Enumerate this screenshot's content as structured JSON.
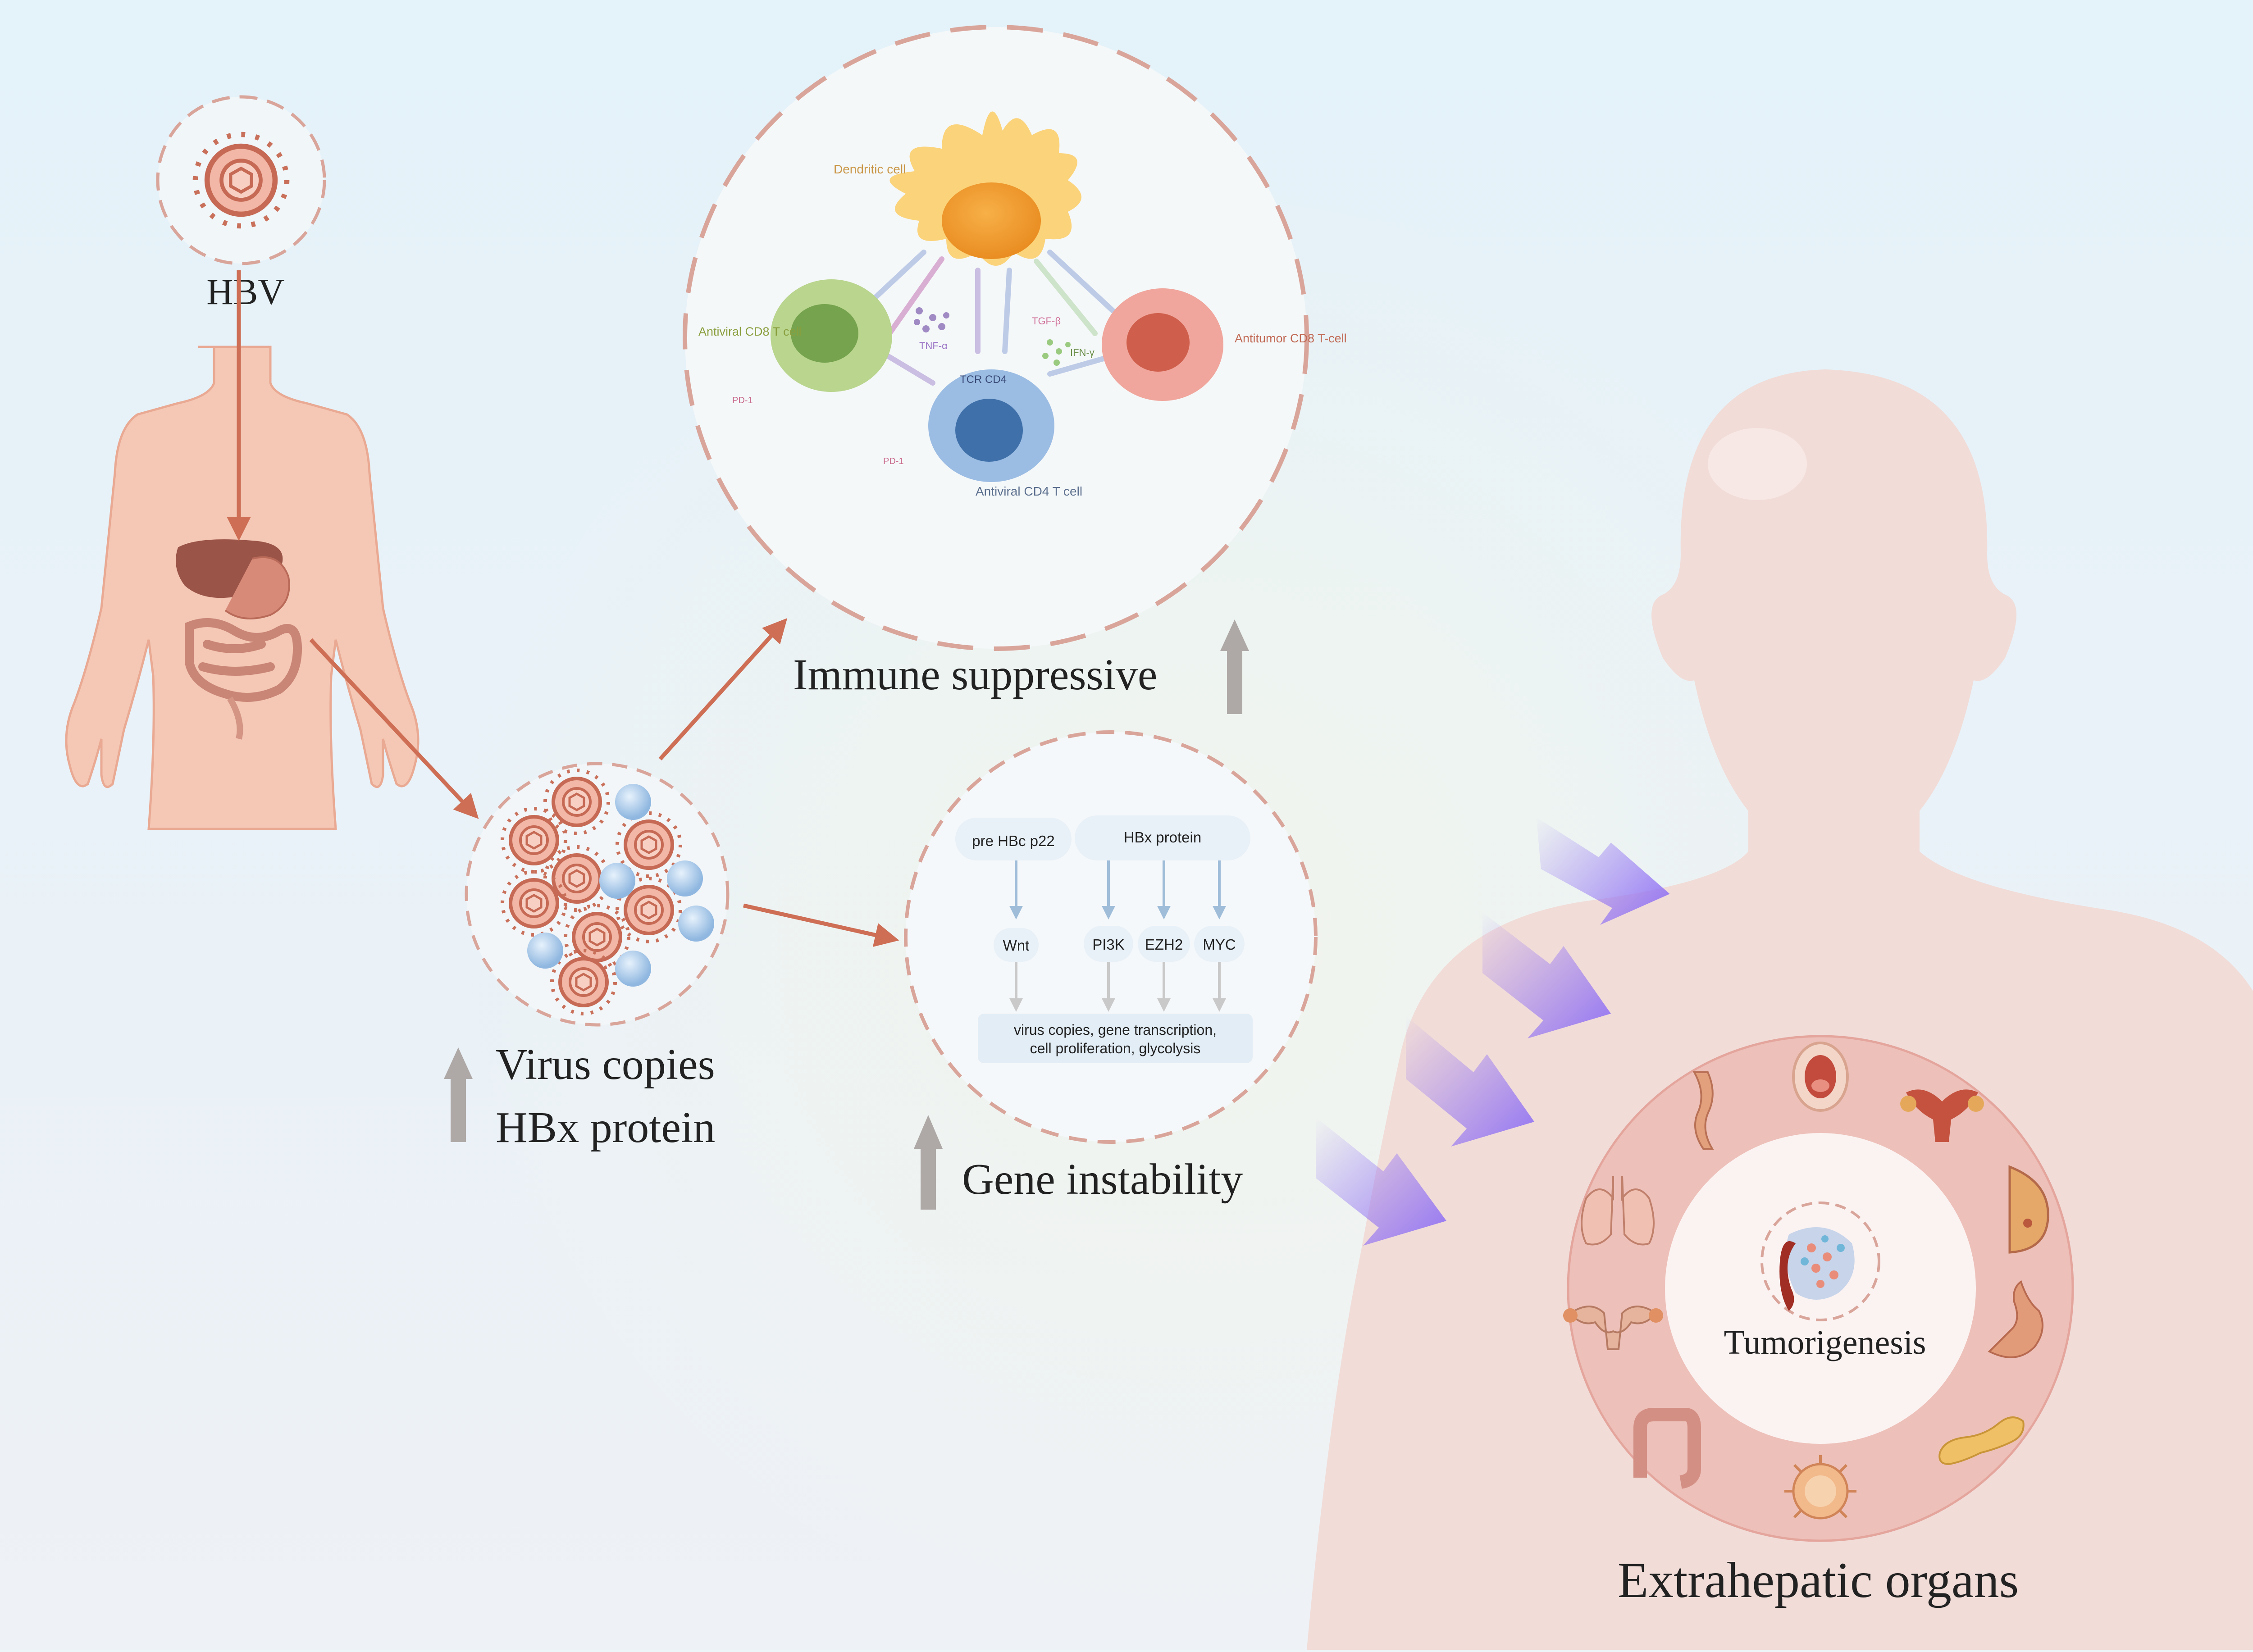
{
  "colors": {
    "background_top": "#e6f3f9",
    "background_bottom": "#edf2f7",
    "skin": "#f4c8b5",
    "arrow": "#cd6e55",
    "up_arrow": "#aea9a7",
    "purple_arrow": "#9b7cf3",
    "dashed_circle": "#d9a59b",
    "ring": "#eeb9b2",
    "silhouette": "#f1dcd8"
  },
  "labels": {
    "hbv": "HBV",
    "immune_suppressive": "Immune suppressive",
    "virus_copies": "Virus copies",
    "hbx_protein": "HBx protein",
    "gene_instability": "Gene instability",
    "tumorigenesis": "Tumorigenesis",
    "extrahepatic_organs": "Extrahepatic organs"
  },
  "immune_cells": {
    "dendritic": "Dendritic cell",
    "antiviral_cd8": "Antiviral CD8 T cell",
    "antitumor_cd8": "Antitumor CD8 T-cell",
    "antiviral_cd4": "Antiviral CD4 T cell",
    "tnf": "TNF-α",
    "tgf": "TGF-β",
    "ifn": "IFN-γ",
    "tcr_cd4": "TCR CD4",
    "pd1_left": "PD-1",
    "pd1_bottom": "PD-1"
  },
  "pathway": {
    "pre_hbc": "pre HBc p22",
    "hbx": "HBx protein",
    "wnt": "Wnt",
    "pi3k": "PI3K",
    "ezh2": "EZH2",
    "myc": "MYC",
    "outcome_line1": "virus copies, gene transcription,",
    "outcome_line2": "cell proliferation, glycolysis"
  },
  "icons": {
    "virus": "virus-icon",
    "human_body": "human-body-icon",
    "organs": [
      "esophagus-icon",
      "oral-cavity-icon",
      "uterus-icon",
      "breast-icon",
      "lung-icon",
      "ovary-icon",
      "stomach-icon",
      "colon-icon",
      "tumor-icon",
      "pancreas-icon"
    ]
  }
}
